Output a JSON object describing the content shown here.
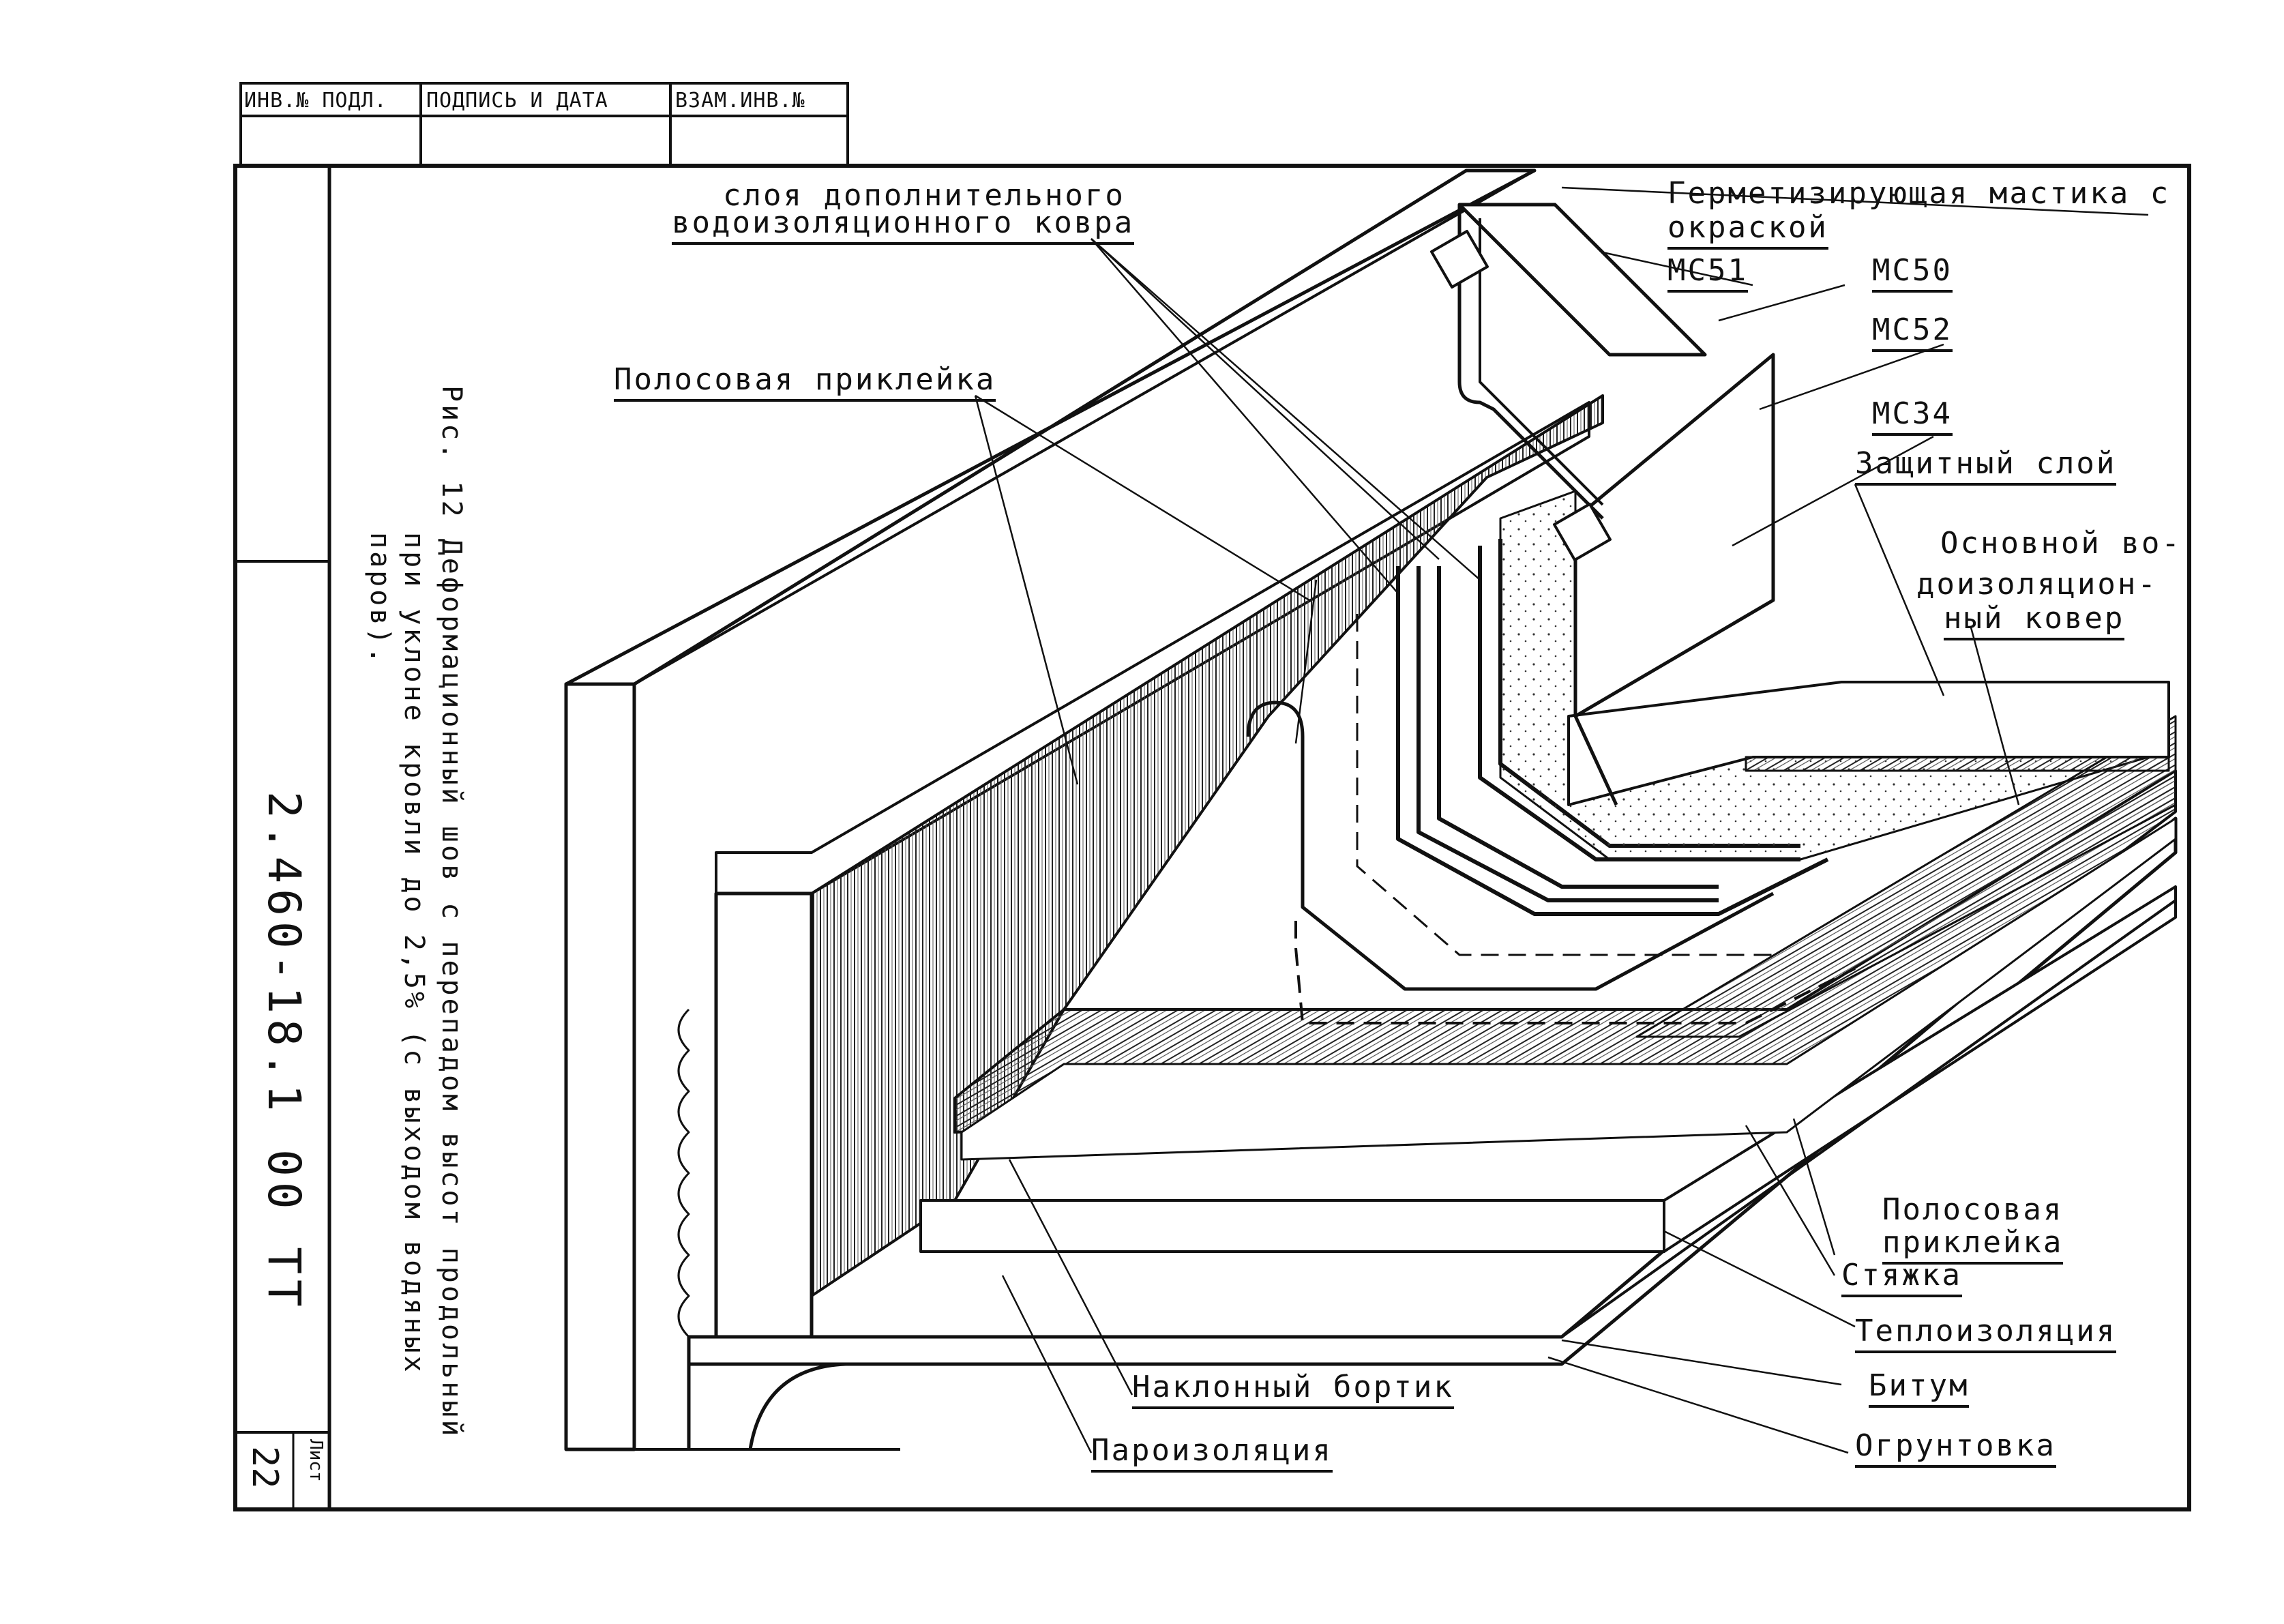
{
  "stamp": {
    "inv_podl": "ИНВ.№ ПОДЛ.",
    "podpis_data": "ПОДПИСЬ И ДАТА",
    "vzam_inv": "ВЗАМ.ИНВ.№"
  },
  "caption": {
    "line1": "Рис. 12  Деформационный шов с перепадом высот продольный",
    "line2": "при уклоне кровли до 2,5% (с выходом водяных",
    "line3": "паров)."
  },
  "document_code": "2.460-18.1 00 ТТ",
  "sheet_label": "Лист",
  "sheet_number": "22",
  "labels": {
    "additional_carpet_1": "слоя дополнительного",
    "additional_carpet_2": "водоизоляционного ковра",
    "strip_glue_top": "Полосовая приклейка",
    "sealant_1": "Герметизирующая мастика с",
    "sealant_2": "окраской",
    "ms51": "МС51",
    "ms50": "МС50",
    "ms52": "МС52",
    "ms34": "МС34",
    "protective": "Защитный слой",
    "main_carpet_1": "Основной во-",
    "main_carpet_2": "доизоляцион-",
    "main_carpet_3": "ный ковер",
    "strip_glue_bottom_1": "Полосовая",
    "strip_glue_bottom_2": "приклейка",
    "screed": "Стяжка",
    "insulation": "Теплоизоляция",
    "bitumen": "Битум",
    "primer": "Огрунтовка",
    "sloped_edge": "Наклонный бортик",
    "vapor_barrier": "Пароизоляция"
  }
}
